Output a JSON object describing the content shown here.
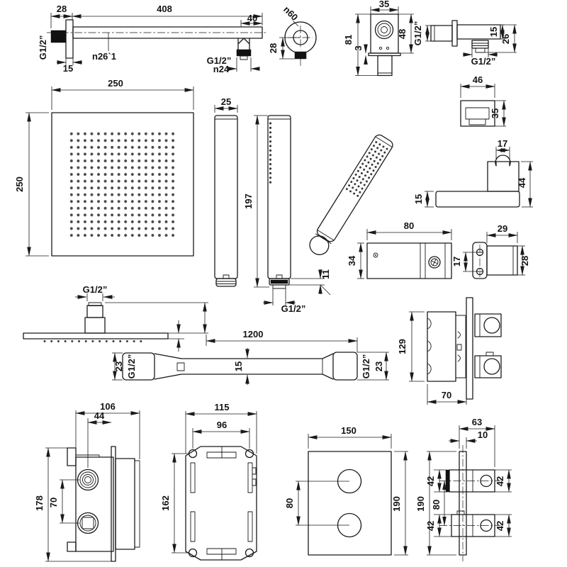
{
  "title": "shower-system-dimension-drawing",
  "colors": {
    "ink": "#1a1a1a",
    "paper": "#ffffff",
    "dark_fill": "#111111",
    "nozzle_dots": "#4a4a4a"
  },
  "labels": {
    "arm": {
      "flange_w": "28",
      "length": "408",
      "end": "40",
      "wall_thread": "G1/2”",
      "flange_d": "15",
      "pipe_dia": "n26`1",
      "out_thread": "G1/2”",
      "nut_dia": "n24"
    },
    "escutcheon": {
      "dia": "n60",
      "conn_h": "28"
    },
    "outlet_sq": {
      "w": "35",
      "h_total": "81",
      "plate_t": "3",
      "h_body": "48"
    },
    "elbow": {
      "in_thread": "G1/2”",
      "body_h": "15",
      "total_h": "26",
      "out_thread": "G1/2”"
    },
    "head_top": {
      "w": "250",
      "h": "250"
    },
    "handshower": {
      "w": "25",
      "len": "197",
      "tip": "11",
      "thread": "G1/2”"
    },
    "holder_top": {
      "w": "46",
      "d": "35"
    },
    "holder_side": {
      "clip_w": "17",
      "h": "44",
      "base_h": "15"
    },
    "slider": {
      "len": "80",
      "w": "34"
    },
    "slider_side": {
      "d": "29",
      "hole_cc": "17",
      "w": "28"
    },
    "valve_side": {
      "h": "129",
      "d": "70"
    },
    "head_side": {
      "thread": "G1/2”"
    },
    "hose": {
      "len": "1200",
      "dia": "15",
      "left_dia": "23",
      "left_thread": "G1/2”",
      "right_thread": "G1/2”",
      "right_dia": "23"
    },
    "rough_box": {
      "w": "106",
      "inner_w": "44",
      "h": "178",
      "cc": "70"
    },
    "mount_box": {
      "w": "115",
      "hole_cc": "96",
      "h": "162"
    },
    "face_plate": {
      "w": "150",
      "h": "190",
      "cc": "80"
    },
    "valve_rear": {
      "d": "63",
      "plate_t": "10",
      "h": "190",
      "knob1": "42",
      "cc": "80",
      "knob2": "42",
      "knob1r": "42",
      "knob2r": "42"
    }
  }
}
